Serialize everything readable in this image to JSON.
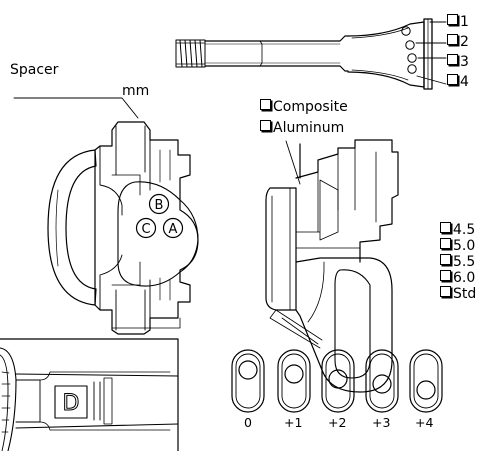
{
  "spacer": {
    "label": "Spacer",
    "unit": "mm"
  },
  "bolt_options": [
    "1",
    "2",
    "3",
    "4"
  ],
  "material_options": [
    "Composite",
    "Aluminum"
  ],
  "pistons": [
    "B",
    "C",
    "A"
  ],
  "size_options": [
    "4.5",
    "5.0",
    "5.5",
    "6.0",
    "Std"
  ],
  "insert_letter": "D",
  "offset_labels": [
    "0",
    "+1",
    "+2",
    "+3",
    "+4"
  ]
}
